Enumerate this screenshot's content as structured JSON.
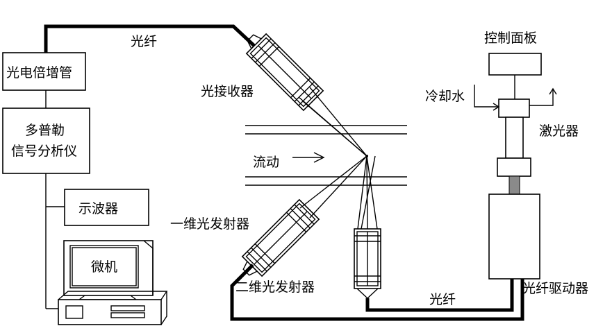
{
  "labels": {
    "pmt": "光电倍增管",
    "doppler_line1": "多普勒",
    "doppler_line2": "信号分析仪",
    "oscilloscope": "示波器",
    "computer": "微机",
    "fiber_top": "光纤",
    "receiver": "光接收器",
    "flow": "流动",
    "emitter_1d": "一维光发射器",
    "emitter_2d": "二维光发射器",
    "fiber_bottom": "光纤",
    "control_panel": "控制面板",
    "cooling_water": "冷却水",
    "laser": "激光器",
    "fiber_driver": "光纤驱动器"
  }
}
